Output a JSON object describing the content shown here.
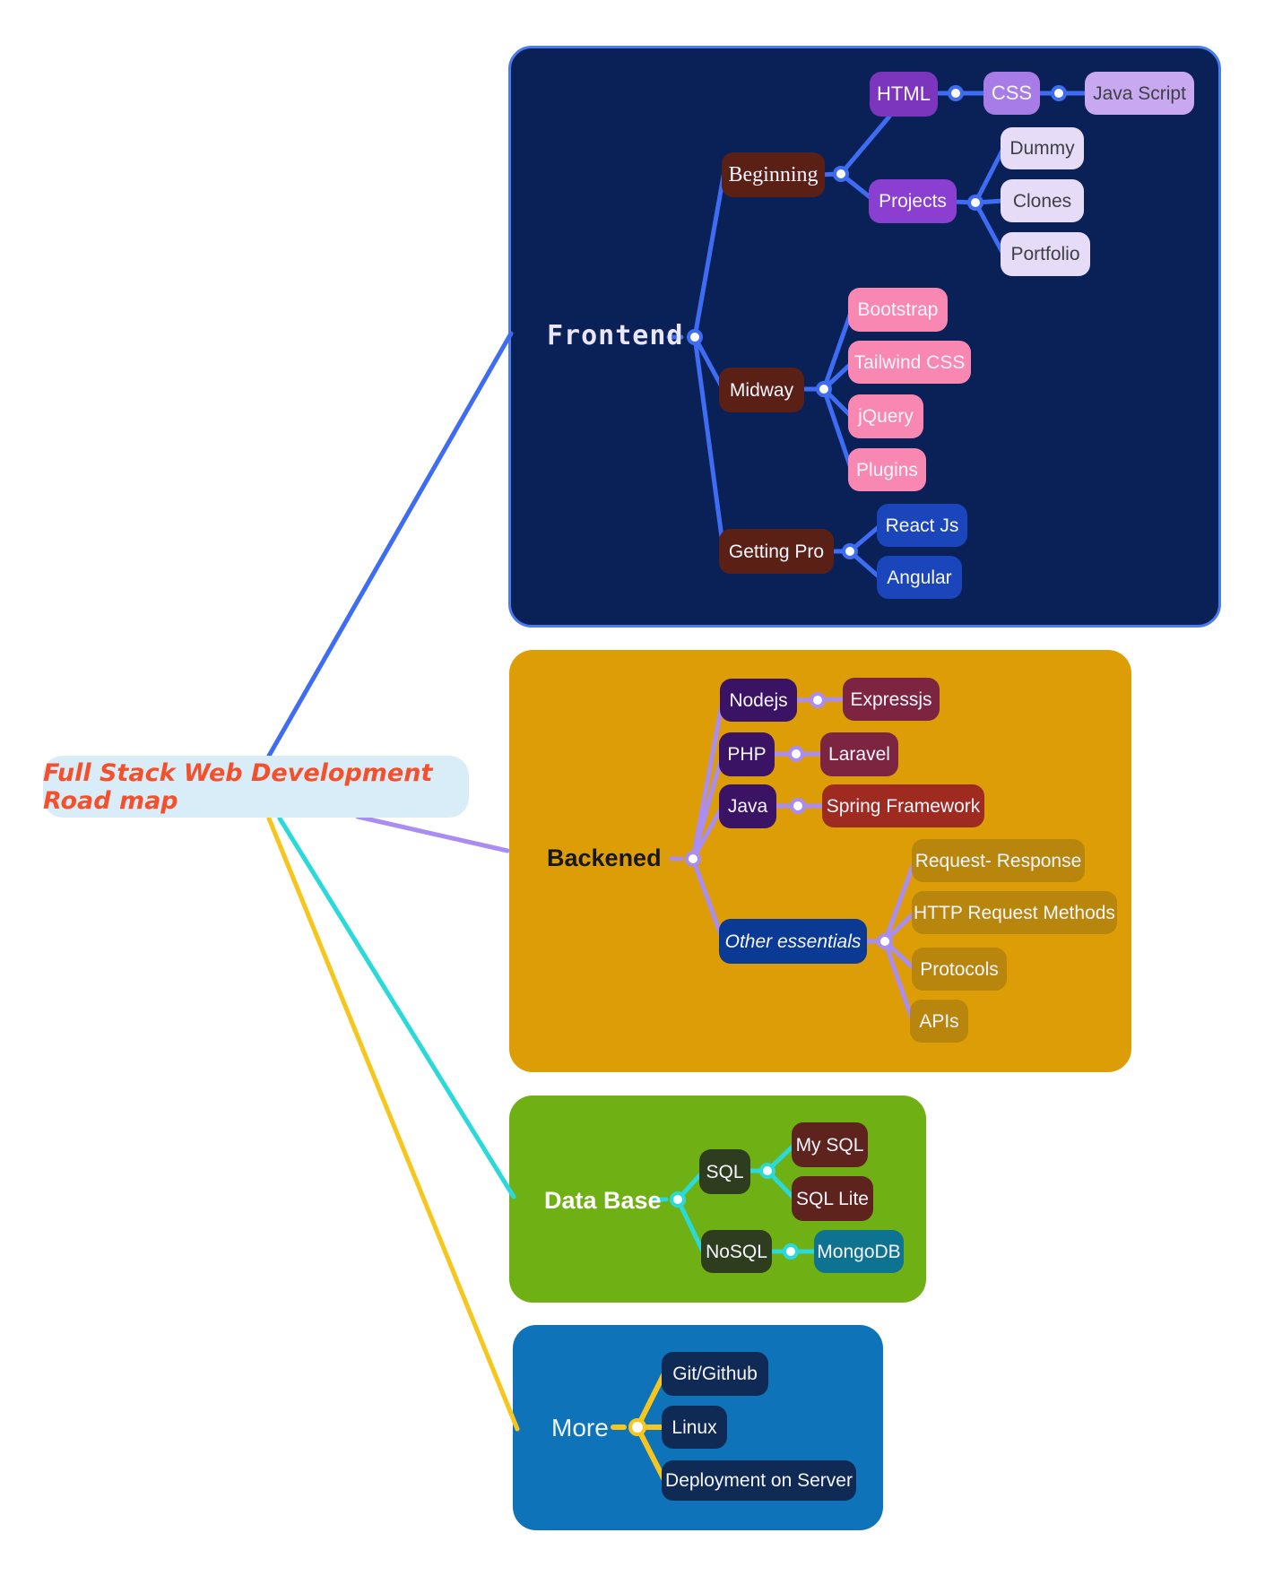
{
  "title": {
    "label": "Full Stack Web Development Road map"
  },
  "frontend": {
    "label": "Frontend",
    "beginning": {
      "label": "Beginning",
      "html": "HTML",
      "css": "CSS",
      "javascript": "Java Script",
      "projects": {
        "label": "Projects",
        "dummy": "Dummy",
        "clones": "Clones",
        "portfolio": "Portfolio"
      }
    },
    "midway": {
      "label": "Midway",
      "bootstrap": "Bootstrap",
      "tailwind": "Tailwind CSS",
      "jquery": "jQuery",
      "plugins": "Plugins"
    },
    "getting_pro": {
      "label": "Getting Pro",
      "react": "React Js",
      "angular": "Angular"
    }
  },
  "backend": {
    "label": "Backened",
    "nodejs": {
      "label": "Nodejs",
      "expressjs": "Expressjs"
    },
    "php": {
      "label": "PHP",
      "laravel": "Laravel"
    },
    "java": {
      "label": "Java",
      "spring": "Spring Framework"
    },
    "other_essentials": {
      "label": "Other essentials",
      "request_response": "Request- Response",
      "http_methods": "HTTP Request Methods",
      "protocols": "Protocols",
      "apis": "APIs"
    }
  },
  "database": {
    "label": "Data Base",
    "sql": {
      "label": "SQL",
      "mysql": "My SQL",
      "sqlite": "SQL Lite"
    },
    "nosql": {
      "label": "NoSQL",
      "mongodb": "MongoDB"
    }
  },
  "more": {
    "label": "More",
    "git": "Git/Github",
    "linux": "Linux",
    "deployment": "Deployment on Server"
  },
  "colors": {
    "frontend_panel": "#0a2158",
    "frontend_border": "#4b7bf0",
    "frontend_line": "#3e6cf3",
    "backend_panel": "#dd9d07",
    "backend_line": "#a98df2",
    "database_panel": "#6fb015",
    "database_line": "#2ad9d9",
    "more_panel": "#0f73ba",
    "more_line": "#f6c61c",
    "title_bg": "#d9edf9",
    "title_text": "#f4502c"
  }
}
